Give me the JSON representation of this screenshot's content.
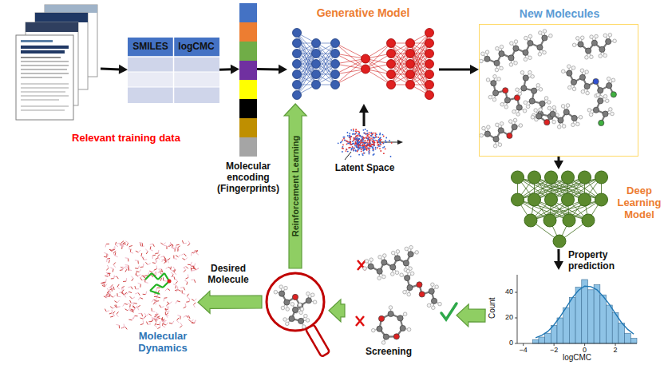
{
  "diagram": {
    "nodes": [
      {
        "text": [
          "Relevant training data"
        ]
      },
      {
        "text": [
          "SMILES",
          "logCMC"
        ]
      },
      {
        "text": [
          "Molecular encoding (Fingerprints)"
        ]
      },
      {
        "text": [
          "Generative Model"
        ]
      },
      {
        "text": [
          "Latent Space"
        ]
      },
      {
        "text": [
          "New Molecules"
        ]
      },
      {
        "text": [
          "Deep Learning Model"
        ]
      },
      {
        "text": [
          "Count",
          "logCMC"
        ]
      },
      {
        "text": [
          "Screening"
        ]
      },
      {
        "text": [
          "Desired Molecule"
        ]
      },
      {
        "text": [
          "Molecular Dynamics"
        ]
      }
    ],
    "edges": [
      {
        "from": 0,
        "to": 1,
        "arrow": "to"
      },
      {
        "from": 1,
        "to": 2,
        "arrow": "to"
      },
      {
        "from": 2,
        "to": 3,
        "arrow": "to"
      },
      {
        "from": 4,
        "to": 3,
        "arrow": "to"
      },
      {
        "from": 3,
        "to": 5,
        "arrow": "to"
      },
      {
        "from": 5,
        "to": 6,
        "arrow": "to"
      },
      {
        "from": 6,
        "to": 7,
        "label": "Property prediction",
        "arrow": "to"
      },
      {
        "from": 7,
        "to": 8,
        "arrow": "to"
      },
      {
        "from": 8,
        "to": 9,
        "arrow": "to"
      },
      {
        "from": 9,
        "to": 10,
        "arrow": "to"
      },
      {
        "from": 9,
        "to": 3,
        "label": "Reinforcement Learning",
        "arrow": "to"
      }
    ],
    "labels": [
      "−4",
      "−2",
      "0",
      "2",
      "0",
      "20",
      "40"
    ]
  }
}
